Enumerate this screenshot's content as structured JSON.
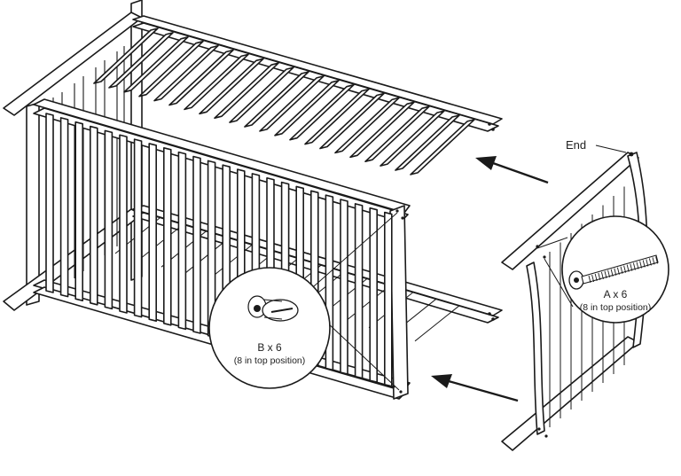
{
  "labels": {
    "end": "End",
    "callout_b_main": "B x 6",
    "callout_b_sub": "(8 in top position)",
    "callout_a_main": "A x 6",
    "callout_a_sub": "(8 in top position)"
  },
  "parts": {
    "callout_b_icon": "barrel-nut-icon",
    "callout_a_icon": "bolt-icon",
    "arrow_icon": "arrow-left-icon"
  },
  "colors": {
    "ink": "#1a1a1a",
    "paper": "#ffffff"
  }
}
